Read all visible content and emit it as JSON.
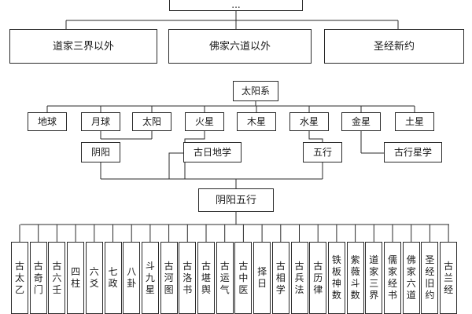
{
  "root_partial": "...",
  "top_row": [
    "道家三界以外",
    "佛家六道以外",
    "圣经新约"
  ],
  "solar": {
    "title": "太阳系",
    "bodies": [
      "地球",
      "月球",
      "太阳",
      "火星",
      "木星",
      "水星",
      "金星",
      "土星"
    ],
    "sub": {
      "yinyang": "阴阳",
      "ancient_geo": "古日地学",
      "wuxing": "五行",
      "ancient_star": "古行星学"
    }
  },
  "yinyang_wuxing": {
    "title": "阴阳五行",
    "leaves": [
      "古太乙",
      "古奇门",
      "古六壬",
      "四柱",
      "六爻",
      "七政",
      "八卦",
      "斗九星",
      "古河图",
      "古洛书",
      "古堪舆",
      "古运气",
      "古中医",
      "择日",
      "古相学",
      "古兵法",
      "古历律",
      "铁板神数",
      "紫薇斗数",
      "道家三界",
      "儒家经书",
      "佛家六道",
      "圣经旧约",
      "古兰经"
    ]
  }
}
